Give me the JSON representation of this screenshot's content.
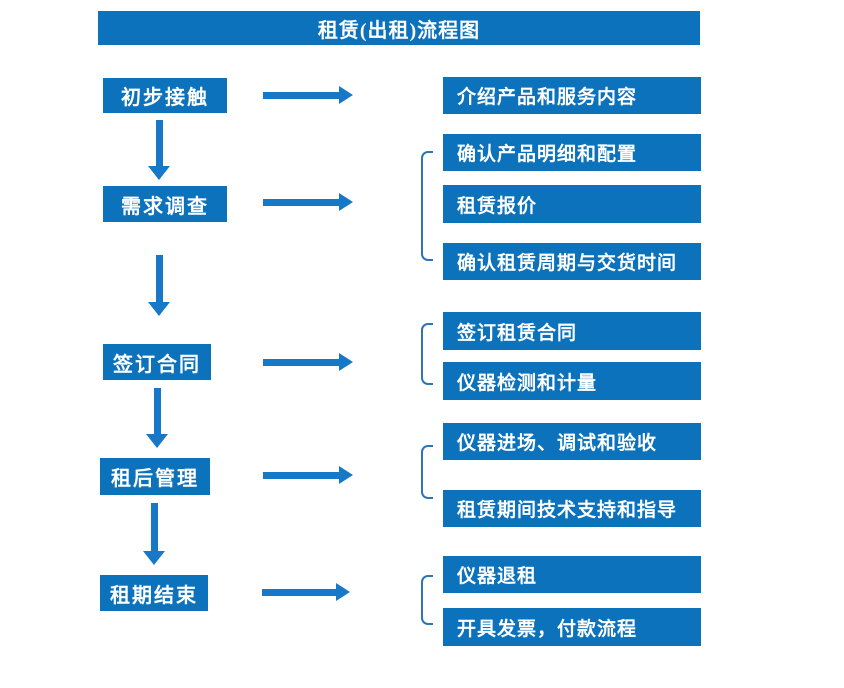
{
  "title": "租赁(出租)流程图",
  "colors": {
    "box_fill": "#0d72bc",
    "arrow_blue": "#1878c8",
    "bracket_blue": "#2e75b6",
    "text": "#ffffff",
    "background": "#ffffff"
  },
  "flow": {
    "stages": [
      {
        "label": "初步接触",
        "children": [
          "介绍产品和服务内容"
        ]
      },
      {
        "label": "需求调查",
        "children": [
          "确认产品明细和配置",
          "租赁报价",
          "确认租赁周期与交货时间"
        ]
      },
      {
        "label": "签订合同",
        "children": [
          "签订租赁合同",
          "仪器检测和计量"
        ]
      },
      {
        "label": "租后管理",
        "children": [
          "仪器进场、调试和验收",
          "租赁期间技术支持和指导"
        ]
      },
      {
        "label": "租期结束",
        "children": [
          "仪器退租",
          "开具发票，付款流程"
        ]
      }
    ]
  }
}
